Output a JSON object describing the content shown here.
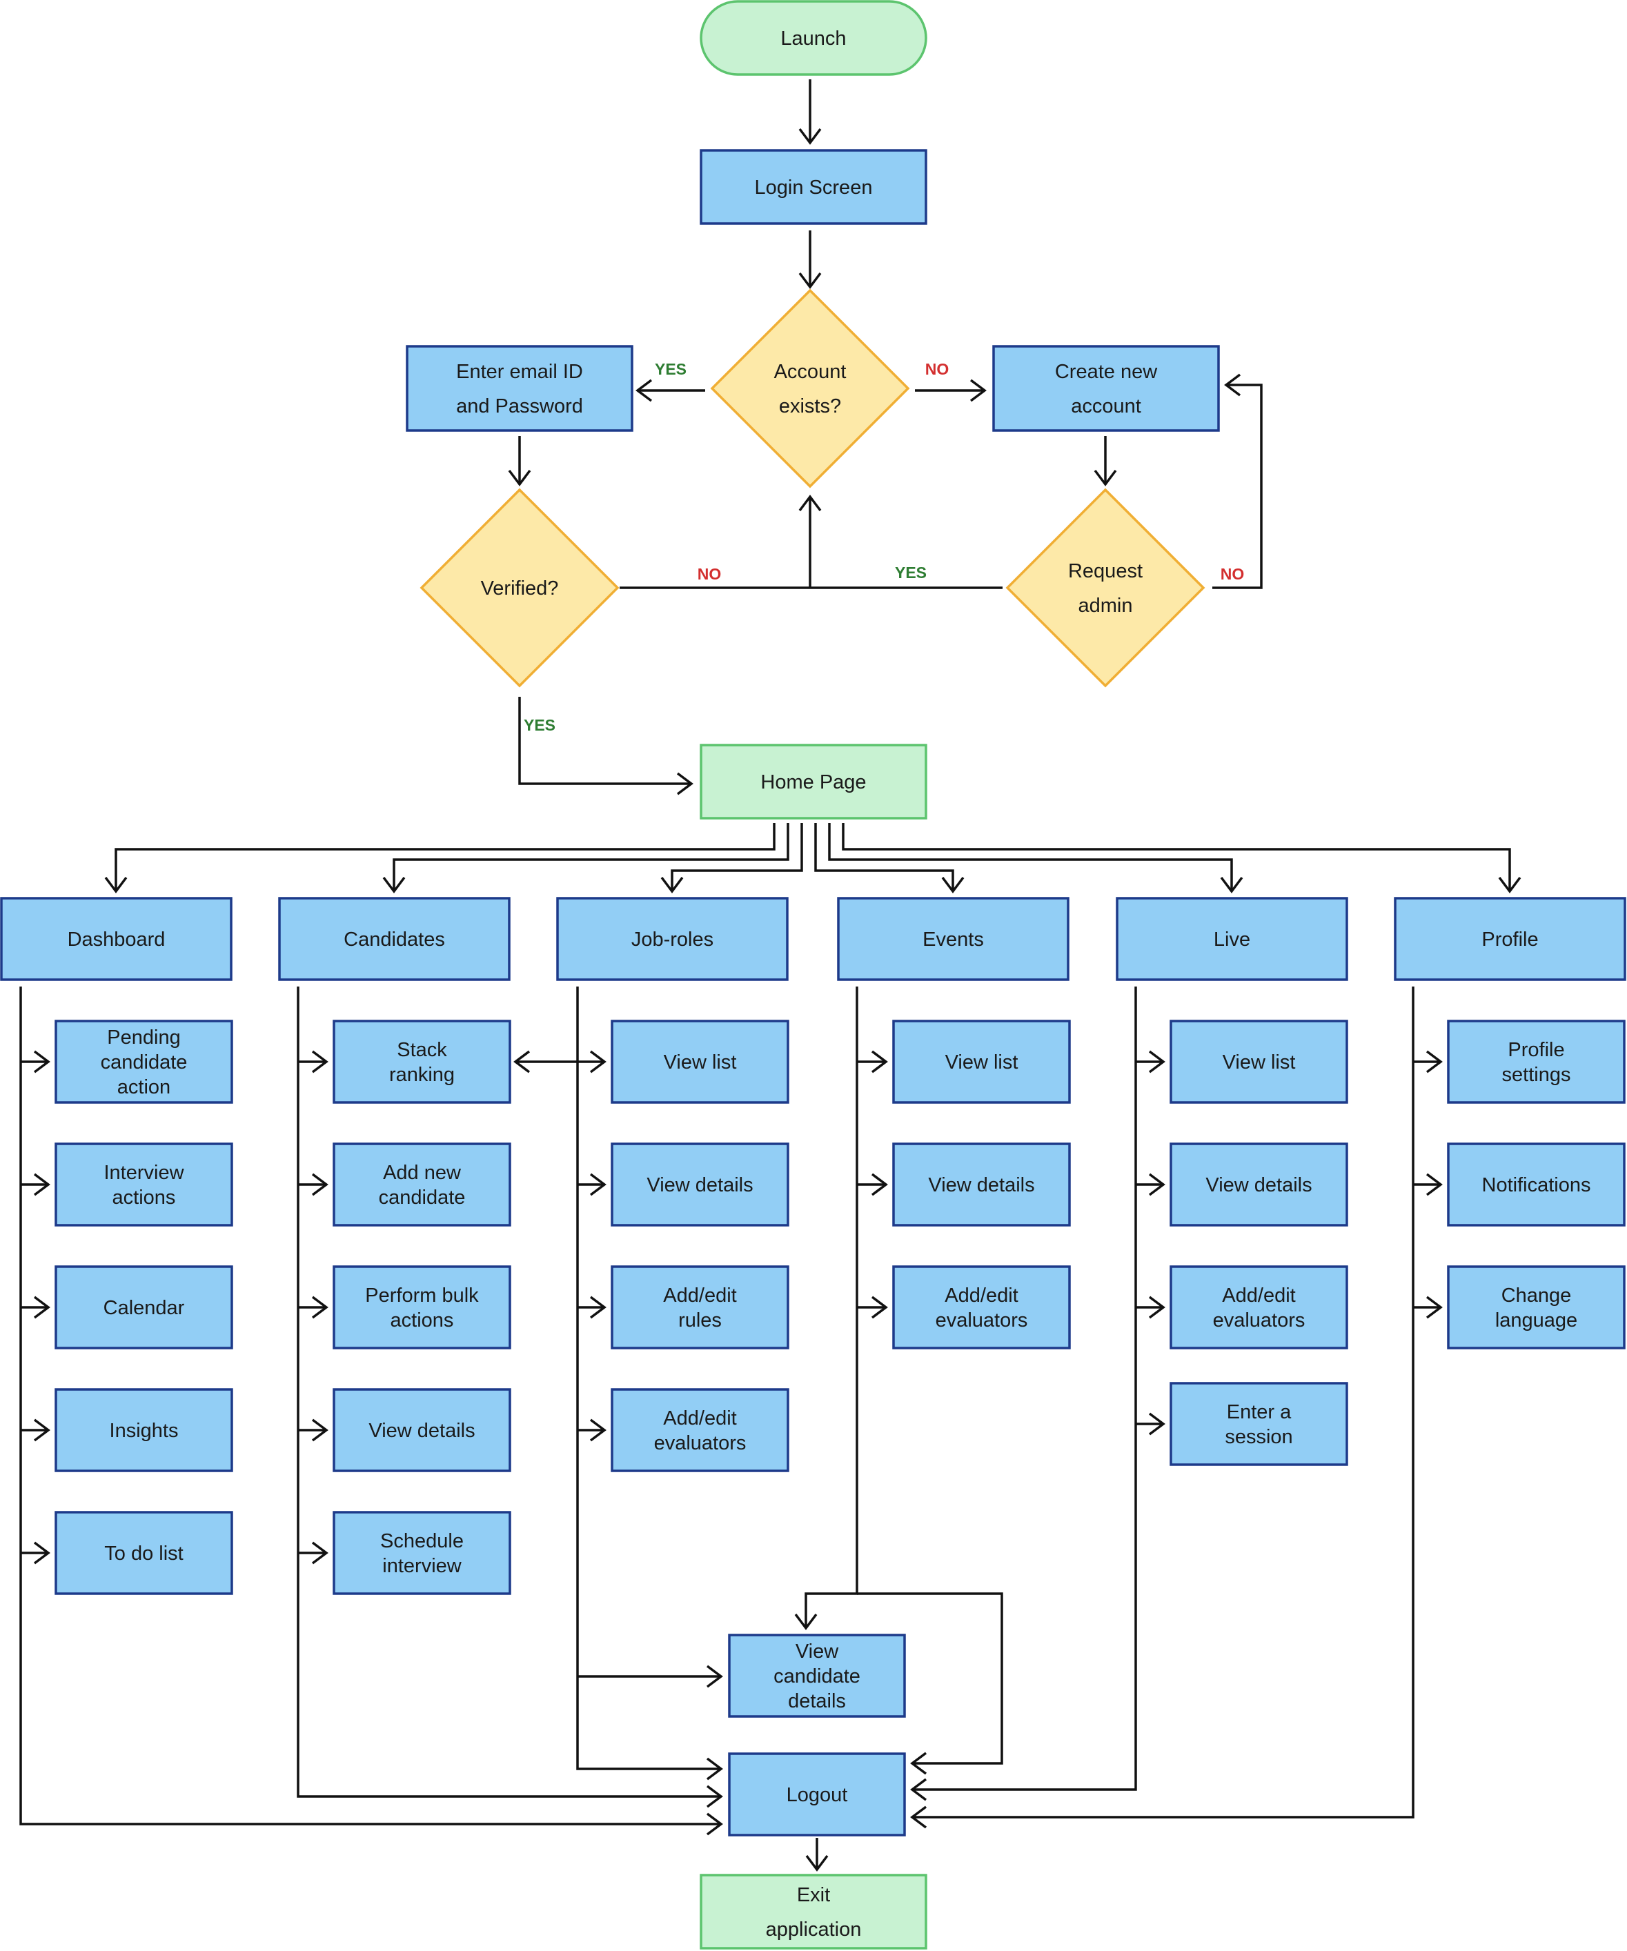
{
  "diagram": {
    "colors": {
      "terminal_fill": "#C8F2D2",
      "terminal_stroke": "#5CC46E",
      "process_fill": "#92CEF5",
      "process_stroke": "#1D3A8A",
      "decision_fill": "#FDE9A8",
      "decision_stroke": "#F0AE34",
      "yes_color": "#2E7D32",
      "no_color": "#D32F2F",
      "line_color": "#111111"
    },
    "nodes": {
      "launch": "Launch",
      "login_screen": "Login Screen",
      "account_exists": "Account exists?",
      "enter_credentials": "Enter email ID and Password",
      "create_account": "Create new account",
      "verified": "Verified?",
      "request_admin": "Request admin",
      "home_page": "Home Page",
      "dashboard": "Dashboard",
      "candidates": "Candidates",
      "job_roles": "Job-roles",
      "events": "Events",
      "live": "Live",
      "profile": "Profile",
      "pending_candidate_action": "Pending candidate action",
      "interview_actions": "Interview actions",
      "calendar": "Calendar",
      "insights": "Insights",
      "to_do_list": "To do list",
      "stack_ranking": "Stack ranking",
      "add_new_candidate": "Add new candidate",
      "perform_bulk_actions": "Perform bulk actions",
      "candidates_view_details": "View details",
      "schedule_interview": "Schedule interview",
      "jobroles_view_list": "View list",
      "jobroles_view_details": "View details",
      "add_edit_rules": "Add/edit rules",
      "jobroles_add_edit_evaluators": "Add/edit evaluators",
      "events_view_list": "View list",
      "events_view_details": "View details",
      "events_add_edit_evaluators": "Add/edit evaluators",
      "live_view_list": "View list",
      "live_view_details": "View details",
      "live_add_edit_evaluators": "Add/edit evaluators",
      "enter_a_session": "Enter a session",
      "profile_settings": "Profile settings",
      "notifications": "Notifications",
      "change_language": "Change language",
      "view_candidate_details": "View candidate details",
      "logout": "Logout",
      "exit_application": "Exit application"
    },
    "edge_labels": {
      "account_yes": "YES",
      "account_no": "NO",
      "verified_no": "NO",
      "admin_yes": "YES",
      "admin_no": "NO",
      "verified_yes": "YES"
    }
  }
}
